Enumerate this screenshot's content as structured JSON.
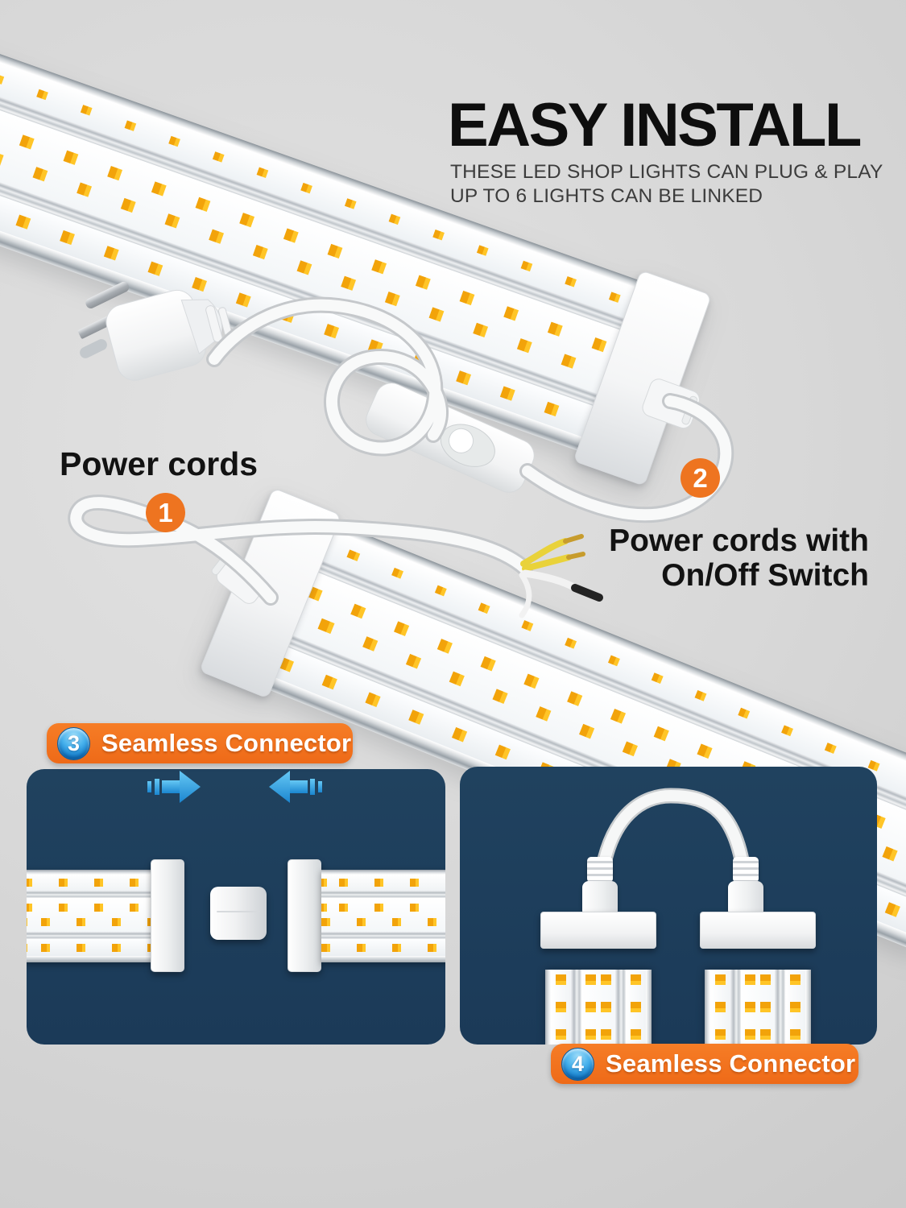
{
  "header": {
    "title": "EASY INSTALL",
    "subtitle_line1": "THESE LED SHOP LIGHTS CAN PLUG & PLAY",
    "subtitle_line2": "UP TO 6 LIGHTS CAN BE LINKED"
  },
  "steps": [
    {
      "number": "1",
      "label": "Power cords"
    },
    {
      "number": "2",
      "label_line1": "Power cords with",
      "label_line2": "On/Off Switch"
    },
    {
      "number": "3",
      "label": "Seamless Connector"
    },
    {
      "number": "4",
      "label": "Seamless Connector"
    }
  ],
  "colors": {
    "background_gray": "#d6d6d6",
    "panel_navy": "#1d3d5f",
    "banner_orange": "#f4711f",
    "step_circle_orange": "#ee7420",
    "step_circle_blue": "#2f9fe0",
    "led_amber": "#f5a70c"
  }
}
